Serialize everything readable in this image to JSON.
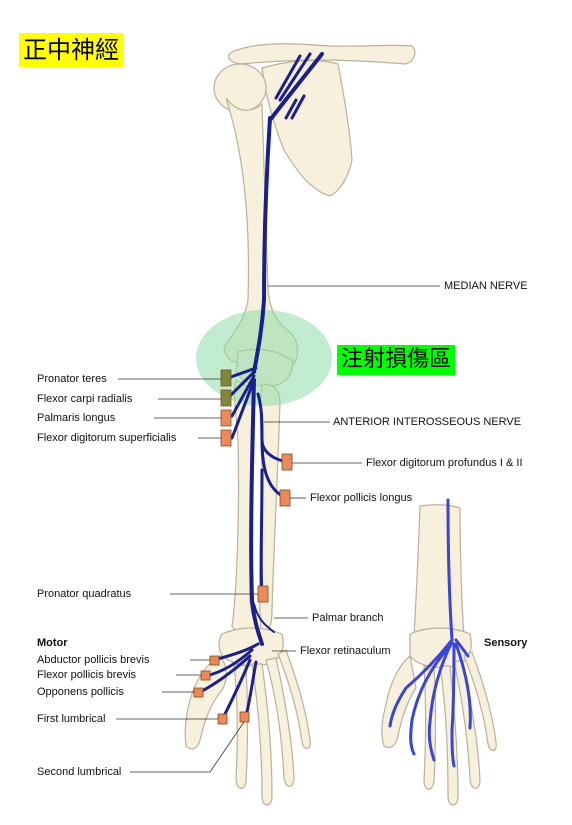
{
  "title_label": "正中神經",
  "injury_label": "注射損傷區",
  "labels": {
    "median_nerve": "MEDIAN NERVE",
    "anterior_interosseous": "ANTERIOR INTEROSSEOUS NERVE",
    "pronator_teres": "Pronator teres",
    "flexor_carpi_radialis": "Flexor carpi radialis",
    "palmaris_longus": "Palmaris longus",
    "flexor_digitorum_superficialis": "Flexor digitorum superficialis",
    "flexor_digitorum_profundus": "Flexor digitorum profundus I & II",
    "flexor_pollicis_longus": "Flexor pollicis longus",
    "pronator_quadratus": "Pronator quadratus",
    "palmar_branch": "Palmar branch",
    "flexor_retinaculum": "Flexor retinaculum",
    "motor": "Motor",
    "sensory": "Sensory",
    "abductor_pollicis_brevis": "Abductor pollicis brevis",
    "flexor_pollicis_brevis": "Flexor pollicis brevis",
    "opponens_pollicis": "Opponens pollicis",
    "first_lumbrical": "First lumbrical",
    "second_lumbrical": "Second lumbrical"
  },
  "colors": {
    "nerve": "#1a1f8c",
    "nerve_sensory": "#3a45d8",
    "bone_fill": "#f6f0dc",
    "bone_stroke": "#b9b29a",
    "muscle_marker": "#e88a5a",
    "marker_green": "#7a8a3a",
    "injury_zone": "#8fdca8",
    "leader_line": "#333333"
  }
}
